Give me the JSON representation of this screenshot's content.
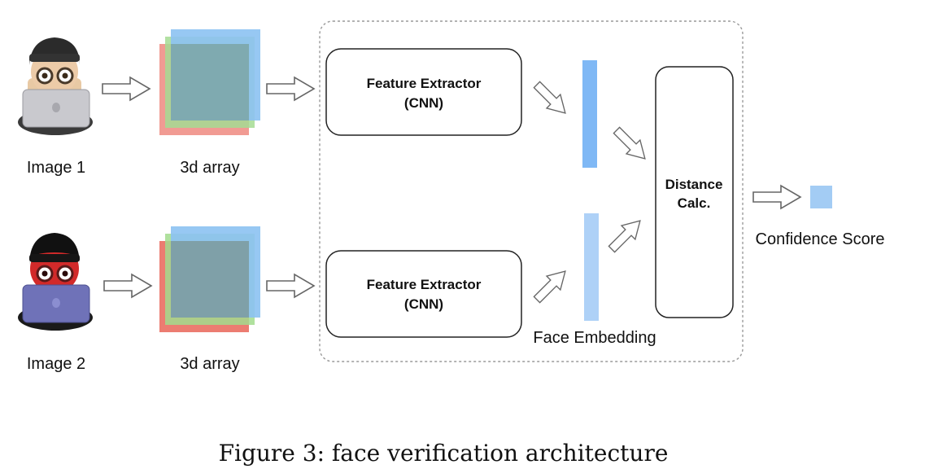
{
  "image1": {
    "label": "Image 1"
  },
  "image2": {
    "label": "Image 2"
  },
  "array1": {
    "label": "3d array"
  },
  "array2": {
    "label": "3d array"
  },
  "extractor1": {
    "line1": "Feature Extractor",
    "line2": "(CNN)"
  },
  "extractor2": {
    "line1": "Feature Extractor",
    "line2": "(CNN)"
  },
  "embedding": {
    "label": "Face Embedding",
    "color_top": "#7fb8f5",
    "color_bottom": "#aed1f7"
  },
  "distance": {
    "line1": "Distance",
    "line2": "Calc."
  },
  "score": {
    "label": "Confidence Score",
    "color": "#a3ccf4"
  },
  "caption": "Figure 3: face verification architecture",
  "colors": {
    "blue": "#7fbcf2",
    "green": "#9fdb8e",
    "red": "#ee7468",
    "teal": "#7faab0"
  }
}
